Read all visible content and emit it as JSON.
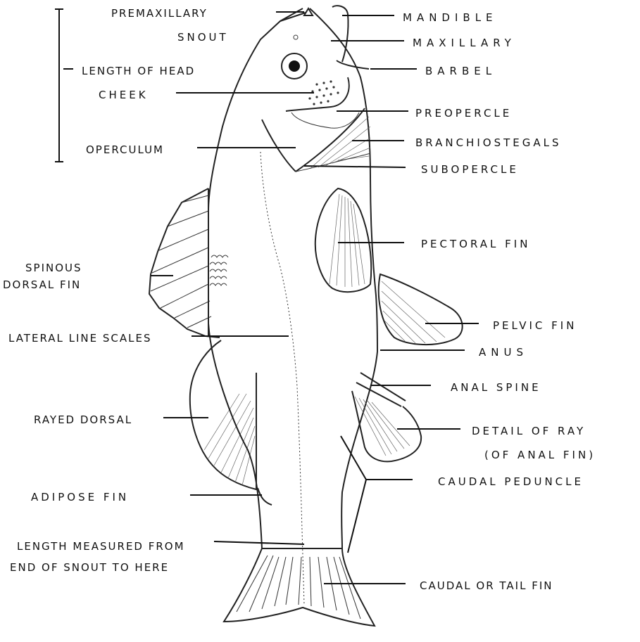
{
  "labels": {
    "premaxillary": "PREMAXILLARY",
    "snout": "SNOUT",
    "length_of_head": "LENGTH OF HEAD",
    "cheek": "CHEEK",
    "operculum": "OPERCULUM",
    "mandible": "MANDIBLE",
    "maxillary": "MAXILLARY",
    "barbel": "BARBEL",
    "preopercle": "PREOPERCLE",
    "branchiostegals": "BRANCHIOSTEGALS",
    "subopercle": "SUBOPERCLE",
    "pectoral_fin": "PECTORAL FIN",
    "spinous_dorsal_fin_line1": "SPINOUS",
    "spinous_dorsal_fin_line2": "DORSAL FIN",
    "lateral_line_scales": "LATERAL LINE SCALES",
    "pelvic_fin": "PELVIC FIN",
    "anus": "ANUS",
    "anal_spine": "ANAL SPINE",
    "rayed_dorsal": "RAYED DORSAL",
    "detail_of_ray_line1": "DETAIL OF RAY",
    "detail_of_ray_line2": "(OF ANAL FIN)",
    "adipose_fin": "ADIPOSE FIN",
    "caudal_peduncle": "CAUDAL PEDUNCLE",
    "length_measured_line1": "LENGTH MEASURED FROM",
    "length_measured_line2": "END OF SNOUT TO HERE",
    "caudal_or_tail_fin": "CAUDAL OR TAIL FIN"
  }
}
